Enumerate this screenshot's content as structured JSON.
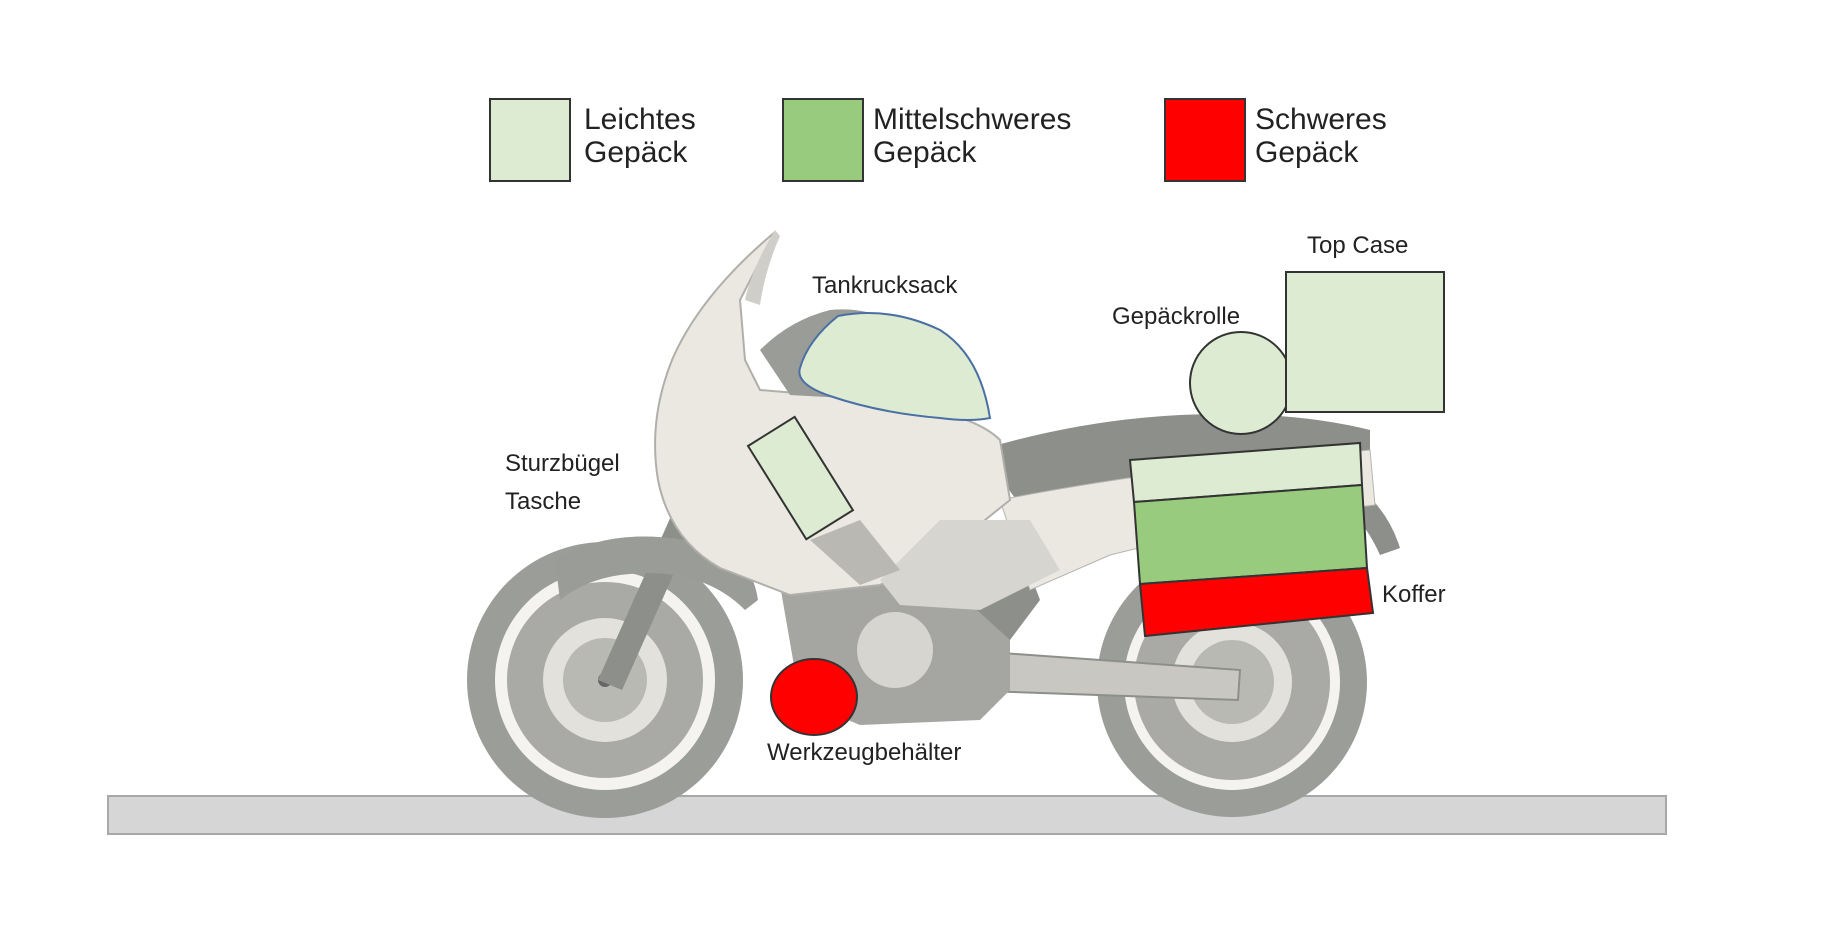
{
  "colors": {
    "light": "#dcebd1",
    "medium": "#99cb7e",
    "heavy": "#ff0000",
    "ground": "#d6d6d6",
    "bike_body": "#ebe8e2",
    "bike_dark": "#8d8f8b",
    "bike_mid": "#bdbcb7"
  },
  "legend": [
    {
      "line1": "Leichtes",
      "line2": "Gepäck",
      "color_key": "light"
    },
    {
      "line1": "Mittelschweres",
      "line2": "Gepäck",
      "color_key": "medium"
    },
    {
      "line1": "Schweres",
      "line2": "Gepäck",
      "color_key": "heavy"
    }
  ],
  "labels": {
    "tankrucksack": "Tankrucksack",
    "gepaeckrolle": "Gepäckrolle",
    "top_case": "Top Case",
    "sturzbuegel_line1": "Sturzbügel",
    "sturzbuegel_line2": "Tasche",
    "koffer": "Koffer",
    "werkzeugbehaelter": "Werkzeugbehälter"
  }
}
